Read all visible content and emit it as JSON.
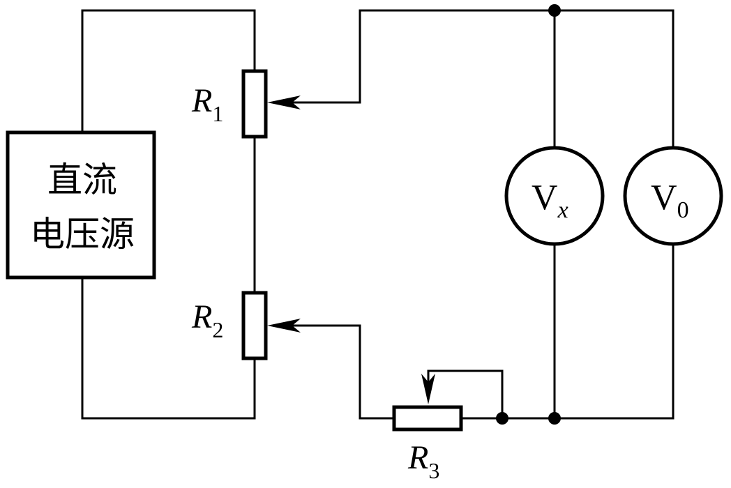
{
  "source": {
    "line1": "直流",
    "line2": "电压源"
  },
  "resistors": {
    "r1": {
      "letter": "R",
      "sub": "1"
    },
    "r2": {
      "letter": "R",
      "sub": "2"
    },
    "r3": {
      "letter": "R",
      "sub": "3"
    }
  },
  "meters": {
    "vx": {
      "letter": "V",
      "sub": "x"
    },
    "v0": {
      "letter": "V",
      "sub": "0"
    }
  }
}
